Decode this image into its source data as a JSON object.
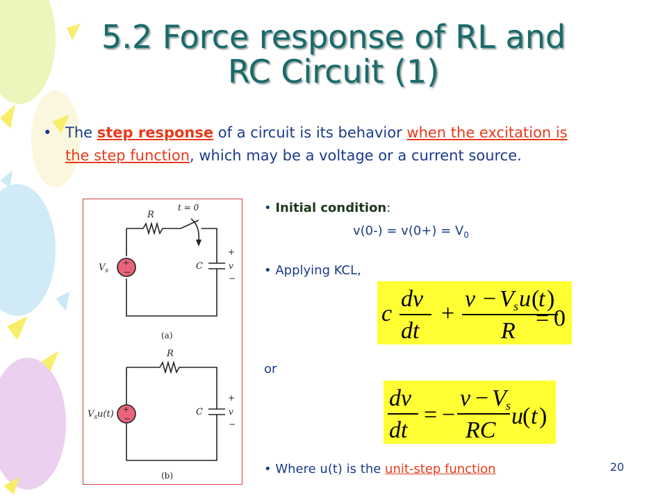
{
  "slide": {
    "title_line1": "5.2 Force response of RL and",
    "title_line2": "RC Circuit (1)",
    "bullet_prefix": "The ",
    "step_response": "step response",
    "bullet_mid": " of a circuit is its behavior ",
    "when_excitation": "when the excitation is the step function",
    "bullet_suffix": ", which may be a voltage or a current source.",
    "initial_condition_label": "Initial condition",
    "initial_condition_colon": ":",
    "initial_eq_main": "v(0-) = v(0+) = V",
    "initial_eq_sub": "0",
    "applying_kcl": "Applying KCL,",
    "or": "or",
    "where_prefix": "Where u(t) is the ",
    "unit_step": "unit-step function",
    "page_number": "20"
  },
  "circuit": {
    "a": {
      "R": "R",
      "switch": "t = 0",
      "C": "C",
      "Vs": "V",
      "Vs_sub": "s",
      "plus": "+",
      "minus": "−",
      "v": "v",
      "caption": "(a)"
    },
    "b": {
      "R": "R",
      "C": "C",
      "Vs": "V",
      "Vs_sub": "s",
      "Vs_tail": "u(t)",
      "plus": "+",
      "minus": "−",
      "v": "v",
      "caption": "(b)"
    }
  },
  "colors": {
    "title": "#1a6a6a",
    "body_text": "#1a3b8a",
    "highlight": "#e8391a",
    "eq_background": "#ffff33",
    "circuit_border": "#d04040"
  }
}
